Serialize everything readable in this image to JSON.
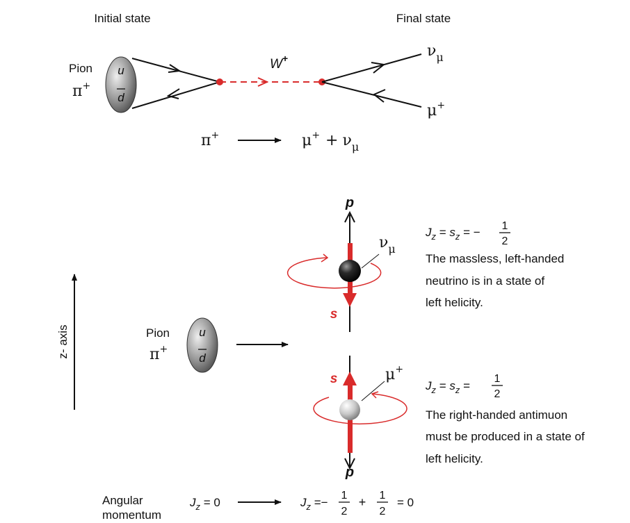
{
  "top_diagram": {
    "initial_state_label": "Initial state",
    "final_state_label": "Final state",
    "pion_label": "Pion",
    "pion_symbol": "π",
    "pion_charge": "+",
    "quark_u": "u",
    "quark_dbar": "d",
    "w_boson": "W",
    "w_charge": "+",
    "nu_symbol": "ν",
    "nu_sub": "μ",
    "mu_symbol": "μ",
    "mu_charge": "+",
    "reaction_lhs_symbol": "π",
    "reaction_lhs_charge": "+",
    "reaction_mu": "μ",
    "reaction_mu_charge": "+",
    "reaction_plus": "+",
    "reaction_nu": "ν",
    "reaction_nu_sub": "μ"
  },
  "bottom_diagram": {
    "z_axis_label": "z- axis",
    "pion_label": "Pion",
    "pion_symbol": "π",
    "pion_charge": "+",
    "quark_u": "u",
    "quark_dbar": "d",
    "p_label_top": "p",
    "p_label_bottom": "p",
    "s_label_top": "s",
    "s_label_bottom": "s",
    "nu_symbol": "ν",
    "nu_sub": "μ",
    "mu_symbol": "μ",
    "mu_charge": "+",
    "neutrino_eq": {
      "J": "J",
      "J_sub": "z",
      "eq1": " = ",
      "s": "s",
      "s_sub": "z",
      "eq2": " = −",
      "frac_num": "1",
      "frac_den": "2"
    },
    "neutrino_text": [
      "The massless, left-handed",
      "neutrino is in a state of",
      "left helicity."
    ],
    "antimuon_eq": {
      "J": "J",
      "J_sub": "z",
      "eq1": " = ",
      "s": "s",
      "s_sub": "z",
      "eq2": " = ",
      "frac_num": "1",
      "frac_den": "2"
    },
    "antimuon_text": [
      "The right-handed antimuon",
      "must be produced in a state of",
      "left helicity."
    ],
    "angular_label_line1": "Angular",
    "angular_label_line2": "momentum",
    "jz_left": {
      "J": "J",
      "J_sub": "z",
      "value": " = 0"
    },
    "jz_right": {
      "J": "J",
      "J_sub": "z",
      "eq": " =−",
      "frac1_num": "1",
      "frac1_den": "2",
      "plus": "+",
      "frac2_num": "1",
      "frac2_den": "2",
      "result": "= 0"
    }
  },
  "colors": {
    "accent_red": "#d92b2b",
    "ink": "#111111",
    "pion_gray": "#9a9a9a",
    "neutrino_dark": "#1a1a1a",
    "antimuon_light": "#c8c8c8"
  }
}
